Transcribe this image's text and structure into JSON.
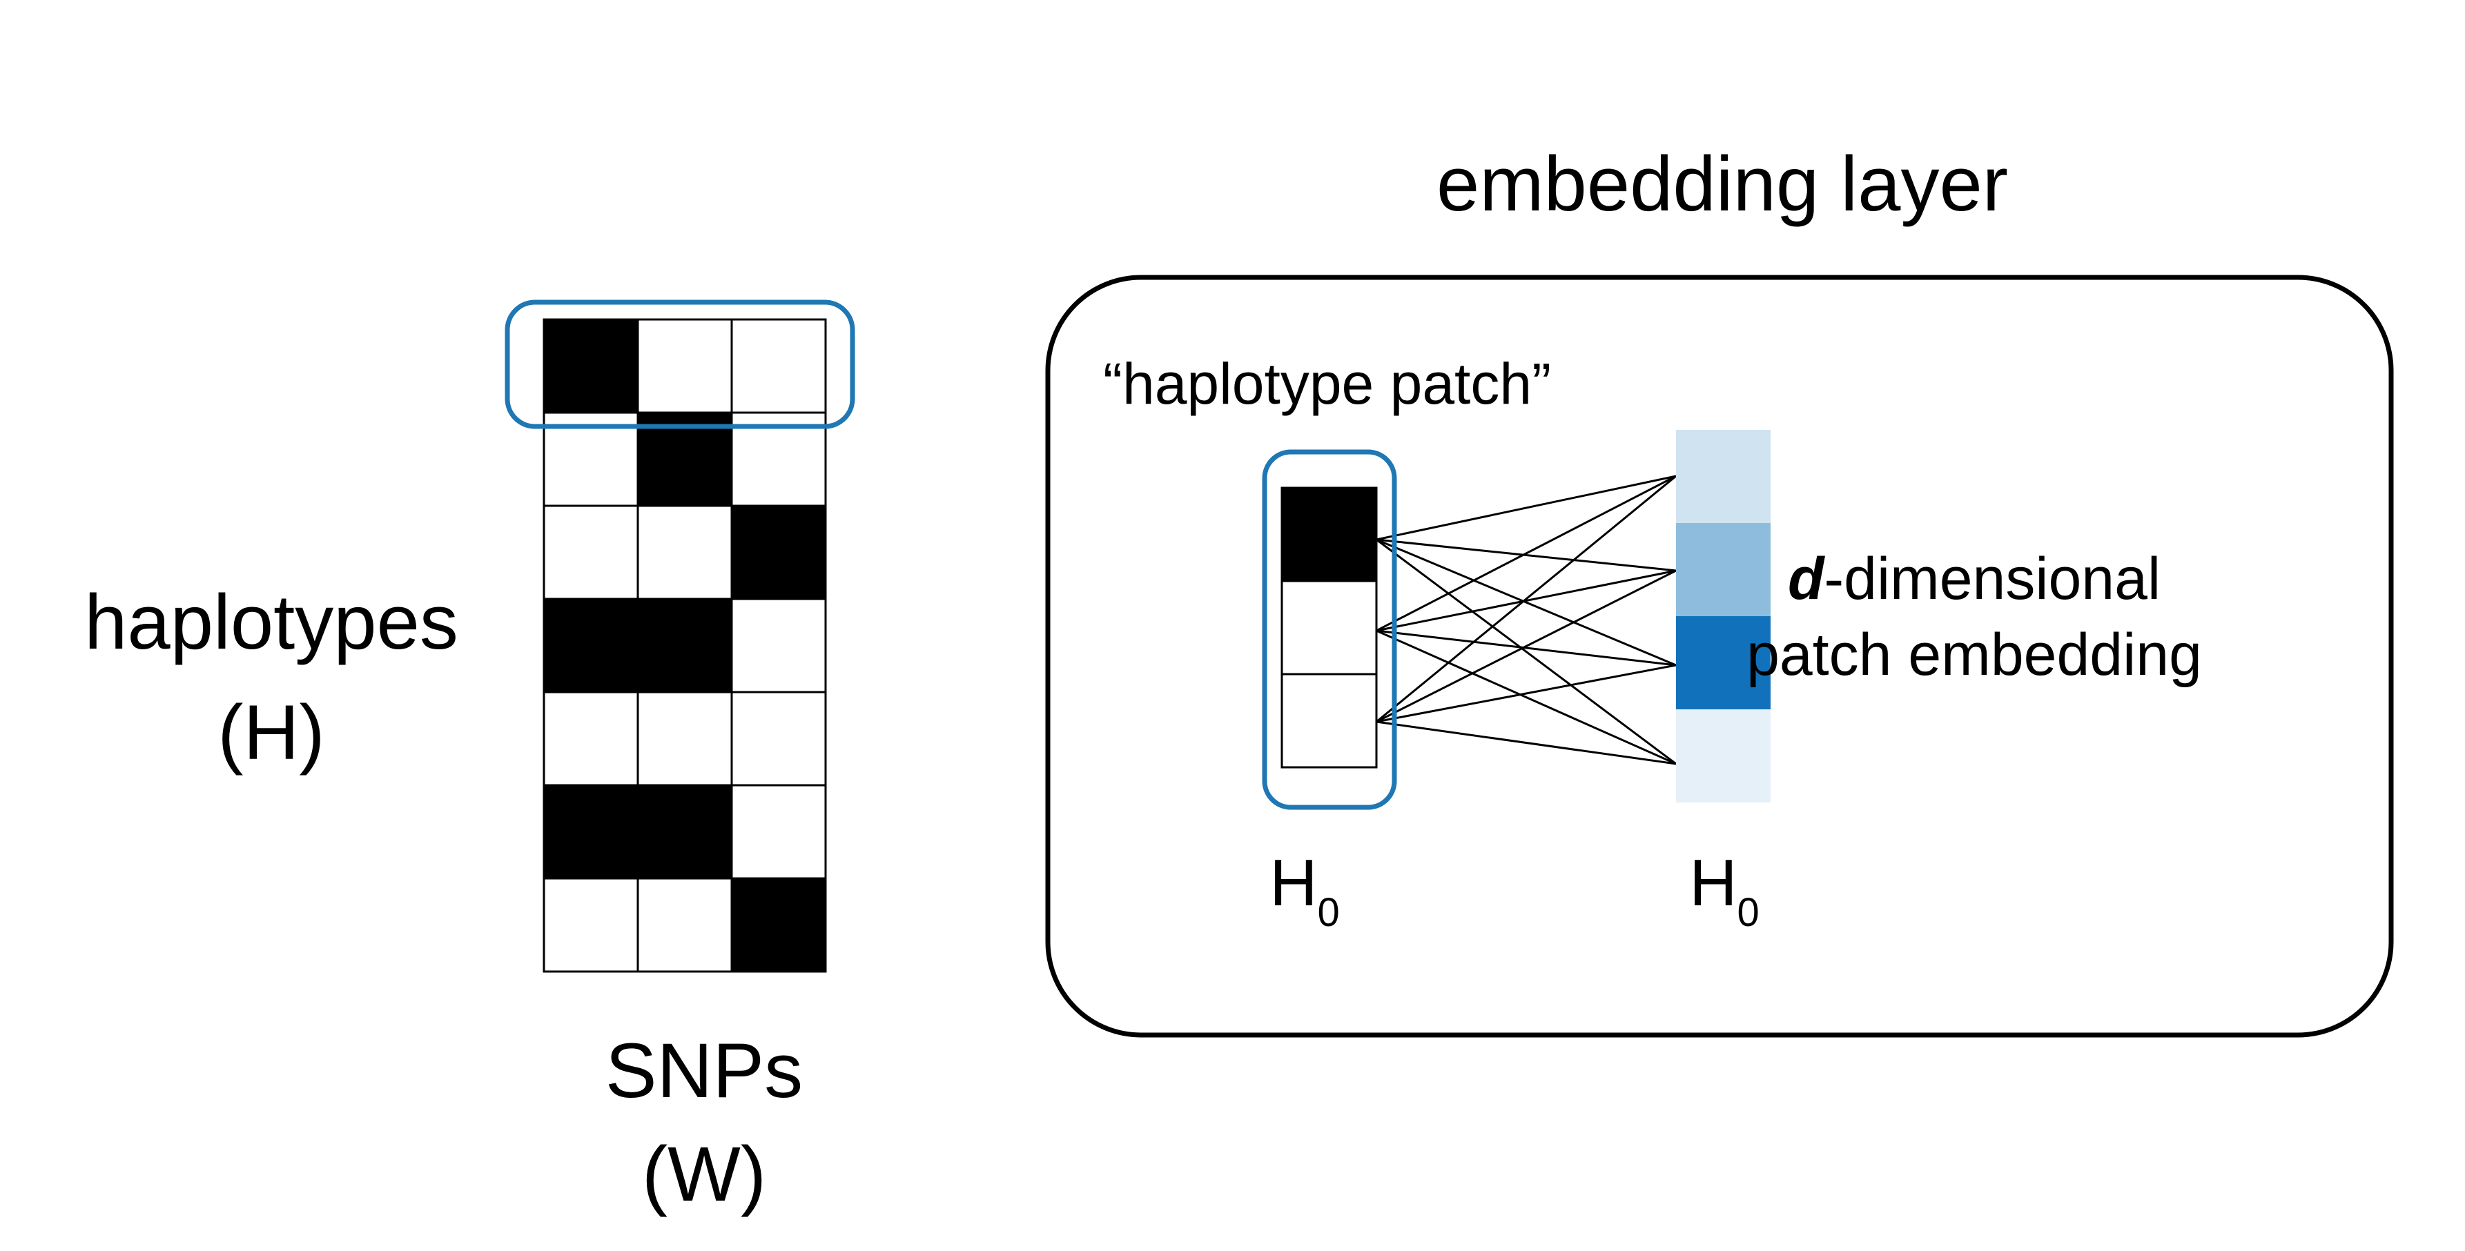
{
  "labels": {
    "haplotypes_title": "haplotypes",
    "haplotypes_symbol": "(H)",
    "snps_title": "SNPs",
    "snps_symbol": "(W)",
    "embedding_layer": "embedding layer",
    "haplotype_patch": "“haplotype patch”",
    "patch_label_base": "H",
    "patch_label_sub": "0",
    "embed_label_base": "H",
    "embed_label_sub": "0",
    "embedding_desc_italic": "d",
    "embedding_desc_line1_rest": "-dimensional",
    "embedding_desc_line2": "patch embedding"
  },
  "matrix": {
    "rows": 7,
    "cols": 3,
    "cells": [
      [
        1,
        0,
        0
      ],
      [
        0,
        1,
        0
      ],
      [
        0,
        0,
        1
      ],
      [
        1,
        1,
        0
      ],
      [
        0,
        0,
        0
      ],
      [
        1,
        1,
        0
      ],
      [
        0,
        0,
        1
      ]
    ],
    "highlighted_row": 0
  },
  "patch": {
    "cells": [
      1,
      0,
      0
    ]
  },
  "embedding": {
    "colors": [
      "#d0e3f1",
      "#8ebcdd",
      "#1172bb",
      "#e6f0f8"
    ]
  },
  "colors": {
    "highlight": "#1f77b4",
    "filled": "#000000",
    "empty": "#ffffff",
    "stroke": "#000000"
  }
}
